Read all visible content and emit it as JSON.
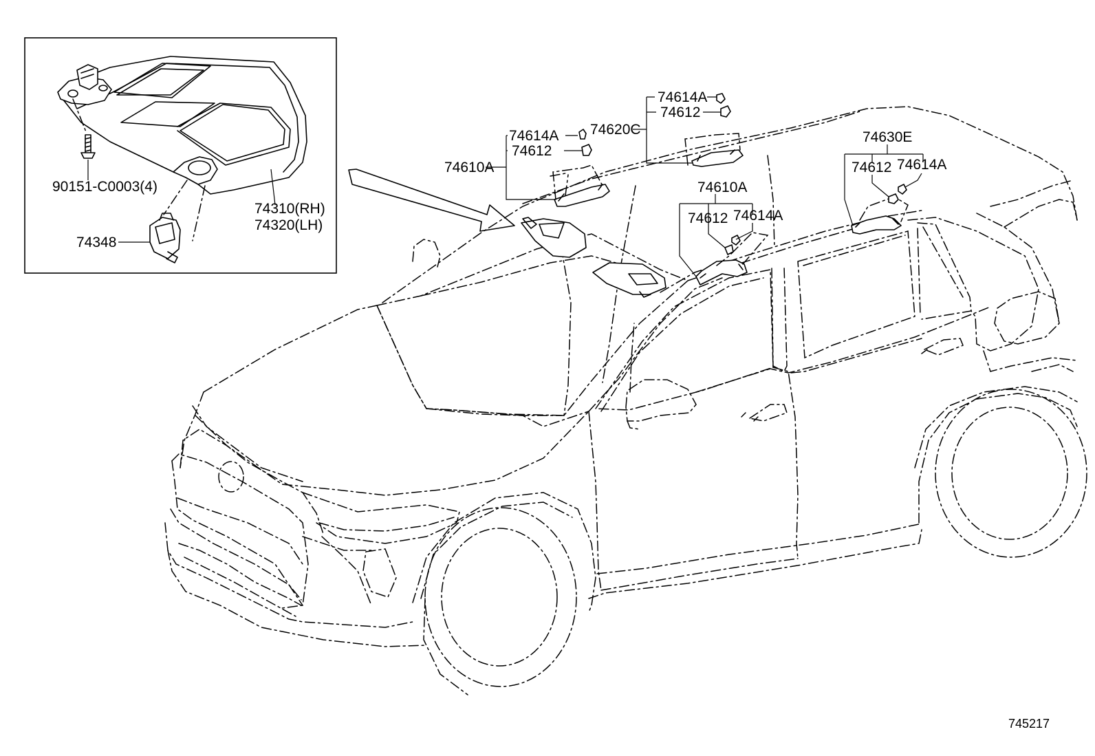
{
  "callouts": {
    "screw": "90151-C0003(4)",
    "visor_rh": "74310(RH)",
    "visor_lh": "74320(LH)",
    "holder": "74348",
    "cap_a": "74614A",
    "clip_a": "74612",
    "grip_front_left": "74610A",
    "cap_b": "74614A",
    "clip_b": "74612",
    "grip_center": "74620C",
    "grip_front_right": "74610A",
    "clip_c": "74612",
    "cap_c": "74614A",
    "grip_rear": "74630E",
    "clip_d": "74612",
    "cap_d": "74614A"
  },
  "figure_number": "745217"
}
